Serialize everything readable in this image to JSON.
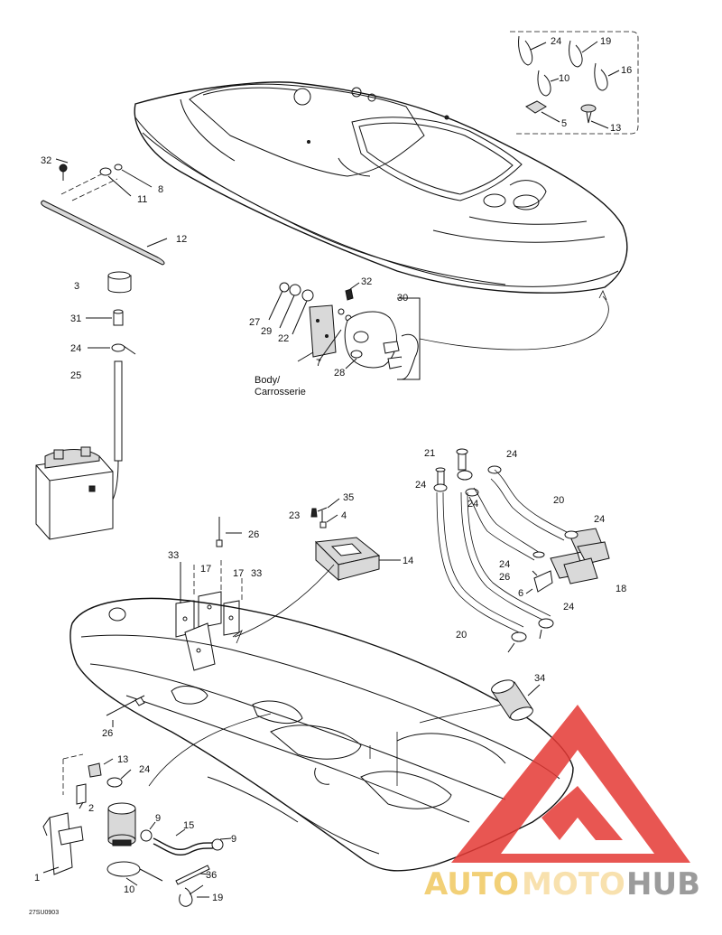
{
  "diagram_code": "27SU0903",
  "body_label_line1": "Body/",
  "body_label_line2": "Carrosserie",
  "watermark": {
    "part1": "AUTO",
    "part2": "MOTO",
    "part3": "HUB",
    "color_auto": "#f0c860",
    "color_moto": "#f7dca0",
    "color_hub": "#8a8a8a",
    "triangle_color": "#e53935"
  },
  "callouts": {
    "n24a": "24",
    "n19a": "19",
    "n10a": "10",
    "n16a": "16",
    "n5a": "5",
    "n13a": "13",
    "n32a": "32",
    "n8": "8",
    "n11": "11",
    "n12": "12",
    "n3": "3",
    "n31": "31",
    "n24b": "24",
    "n25": "25",
    "n32b": "32",
    "n27": "27",
    "n29": "29",
    "n22": "22",
    "n30": "30",
    "n7": "7",
    "n28": "28",
    "n21": "21",
    "n24c": "24",
    "n24d": "24",
    "n24e": "24",
    "n20a": "20",
    "n24f": "24",
    "n24g": "24",
    "n26a": "26",
    "n18": "18",
    "n6": "6",
    "n24h": "24",
    "n20b": "20",
    "n23": "23",
    "n35": "35",
    "n4": "4",
    "n26b": "26",
    "n14": "14",
    "n33a": "33",
    "n17a": "17",
    "n17b": "17",
    "n33b": "33",
    "n34": "34",
    "n26c": "26",
    "n13b": "13",
    "n24i": "24",
    "n2": "2",
    "n9a": "9",
    "n15": "15",
    "n9b": "9",
    "n36": "36",
    "n1": "1",
    "n10b": "10",
    "n19b": "19"
  }
}
